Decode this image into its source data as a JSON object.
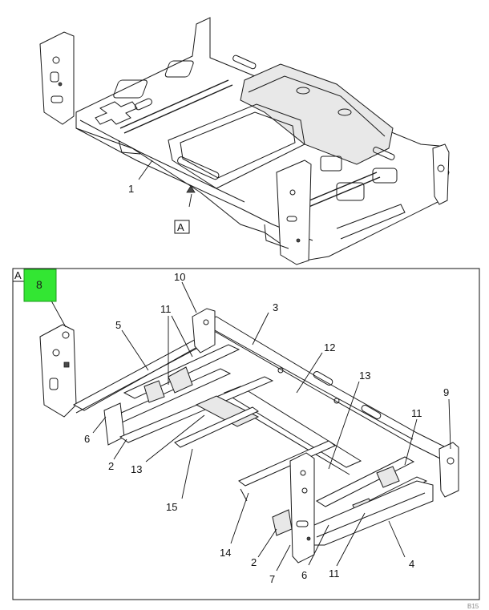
{
  "view_label": "A",
  "view_ref_label": "A",
  "highlighted_callout": "8",
  "top_callouts": [
    "1"
  ],
  "detail_callouts": {
    "c2a": "2",
    "c2b": "2",
    "c3": "3",
    "c4": "4",
    "c5": "5",
    "c6a": "6",
    "c6b": "6",
    "c7": "7",
    "c9": "9",
    "c10": "10",
    "c11a": "11",
    "c11b": "11",
    "c11c": "11",
    "c12": "12",
    "c13a": "13",
    "c13b": "13",
    "c14": "14",
    "c15": "15"
  },
  "footer_code": "B15"
}
